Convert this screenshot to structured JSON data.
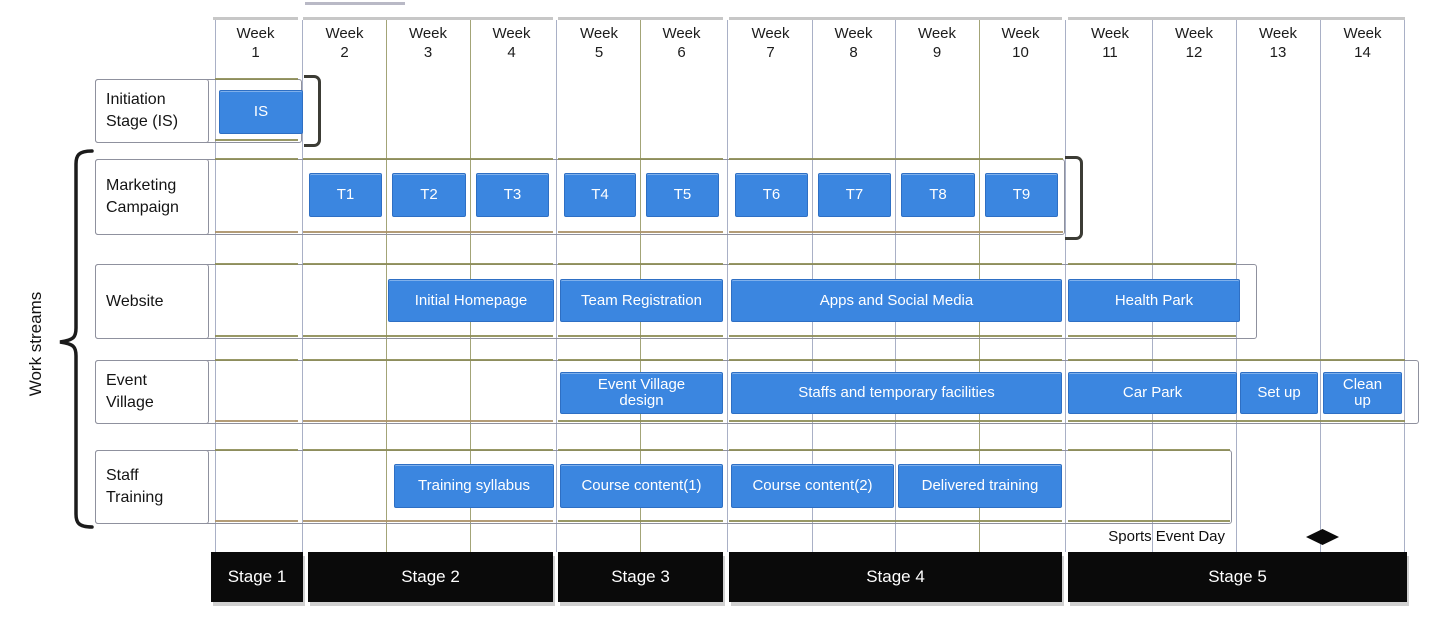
{
  "axis_label": "Work streams",
  "weeks": [
    {
      "w": "Week",
      "n": "1"
    },
    {
      "w": "Week",
      "n": "2"
    },
    {
      "w": "Week",
      "n": "3"
    },
    {
      "w": "Week",
      "n": "4"
    },
    {
      "w": "Week",
      "n": "5"
    },
    {
      "w": "Week",
      "n": "6"
    },
    {
      "w": "Week",
      "n": "7"
    },
    {
      "w": "Week",
      "n": "8"
    },
    {
      "w": "Week",
      "n": "9"
    },
    {
      "w": "Week",
      "n": "10"
    },
    {
      "w": "Week",
      "n": "11"
    },
    {
      "w": "Week",
      "n": "12"
    },
    {
      "w": "Week",
      "n": "13"
    },
    {
      "w": "Week",
      "n": "14"
    }
  ],
  "colors": {
    "task_bar": "#3b86e0",
    "task_bar_border": "#2e6fc4",
    "task_text": "#ffffff",
    "stage_bg": "#0a0a0a",
    "stage_text": "#ffffff",
    "grid_blue": "#a9b0c6",
    "grid_olive": "#a3a477",
    "row_border": "#8f919e",
    "olive_line": "#8d8d55",
    "tan_line": "#ab9168",
    "bracket": "#3c3c35"
  },
  "chart_data": {
    "type": "bar",
    "subtype": "gantt",
    "x_unit": "week",
    "x_range": [
      1,
      14
    ],
    "x_ticks": [
      "Week 1",
      "Week 2",
      "Week 3",
      "Week 4",
      "Week 5",
      "Week 6",
      "Week 7",
      "Week 8",
      "Week 9",
      "Week 10",
      "Week 11",
      "Week 12",
      "Week 13",
      "Week 14"
    ],
    "y_group_label": "Work streams",
    "grid": true,
    "rows": [
      {
        "name": "Initiation Stage (IS)",
        "tasks": [
          {
            "label": "IS",
            "start": 1,
            "end": 1
          }
        ]
      },
      {
        "name": "Marketing Campaign",
        "tasks": [
          {
            "label": "T1",
            "start": 2,
            "end": 2
          },
          {
            "label": "T2",
            "start": 3,
            "end": 3
          },
          {
            "label": "T3",
            "start": 4,
            "end": 4
          },
          {
            "label": "T4",
            "start": 5,
            "end": 5
          },
          {
            "label": "T5",
            "start": 6,
            "end": 6
          },
          {
            "label": "T6",
            "start": 7,
            "end": 7
          },
          {
            "label": "T7",
            "start": 8,
            "end": 8
          },
          {
            "label": "T8",
            "start": 9,
            "end": 9
          },
          {
            "label": "T9",
            "start": 10,
            "end": 10
          }
        ]
      },
      {
        "name": "Website",
        "tasks": [
          {
            "label": "Initial Homepage",
            "start": 3,
            "end": 4
          },
          {
            "label": "Team Registration",
            "start": 5,
            "end": 6
          },
          {
            "label": "Apps and Social Media",
            "start": 7,
            "end": 10
          },
          {
            "label": "Health Park",
            "start": 11,
            "end": 12
          }
        ]
      },
      {
        "name": "Event Village",
        "tasks": [
          {
            "label": "Event Village design",
            "start": 5,
            "end": 6
          },
          {
            "label": "Staffs and temporary facilities",
            "start": 7,
            "end": 10
          },
          {
            "label": "Car Park",
            "start": 11,
            "end": 12
          },
          {
            "label": "Set up",
            "start": 13,
            "end": 13
          },
          {
            "label": "Clean up",
            "start": 14,
            "end": 14
          }
        ]
      },
      {
        "name": "Staff Training",
        "tasks": [
          {
            "label": "Training syllabus",
            "start": 3,
            "end": 4
          },
          {
            "label": "Course content(1)",
            "start": 5,
            "end": 6
          },
          {
            "label": "Course content(2)",
            "start": 7,
            "end": 8
          },
          {
            "label": "Delivered training",
            "start": 9,
            "end": 10
          }
        ]
      }
    ],
    "milestone": {
      "label": "Sports Event Day",
      "week": 13
    },
    "stages": [
      {
        "label": "Stage 1",
        "start": 1,
        "end": 1
      },
      {
        "label": "Stage 2",
        "start": 2,
        "end": 4
      },
      {
        "label": "Stage 3",
        "start": 5,
        "end": 6
      },
      {
        "label": "Stage 4",
        "start": 7,
        "end": 10
      },
      {
        "label": "Stage 5",
        "start": 11,
        "end": 14
      }
    ]
  }
}
